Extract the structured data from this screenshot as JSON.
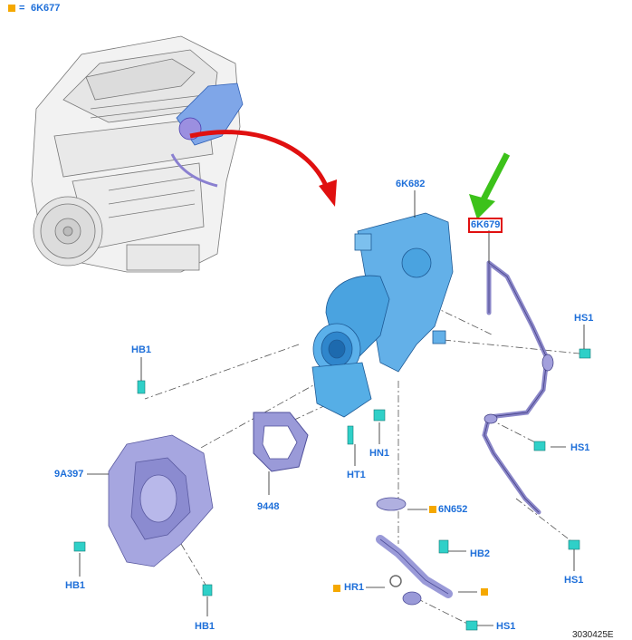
{
  "legend": {
    "marker_color": "#f5a800",
    "equals": "=",
    "code": "6K677"
  },
  "labels": {
    "turbocharger": "6K682",
    "oil_feed_tube": "6K679",
    "heat_shield": "9A397",
    "gasket": "9448",
    "oil_return_tube": "6N652",
    "hb1_a": "HB1",
    "hb1_b": "HB1",
    "hb1_c": "HB1",
    "hn1": "HN1",
    "ht1": "HT1",
    "hs1_a": "HS1",
    "hs1_b": "HS1",
    "hs1_c": "HS1",
    "hs1_d": "HS1",
    "hb2": "HB2",
    "hr1": "HR1"
  },
  "reference": "3030425E",
  "colors": {
    "label": "#1e6fd9",
    "highlight": "#e01010",
    "arrow_red": "#e01010",
    "arrow_green": "#3cc21a",
    "part_blue": "#4aa3e0",
    "part_purple": "#9a9ad8",
    "fastener": "#2fd0c8"
  }
}
